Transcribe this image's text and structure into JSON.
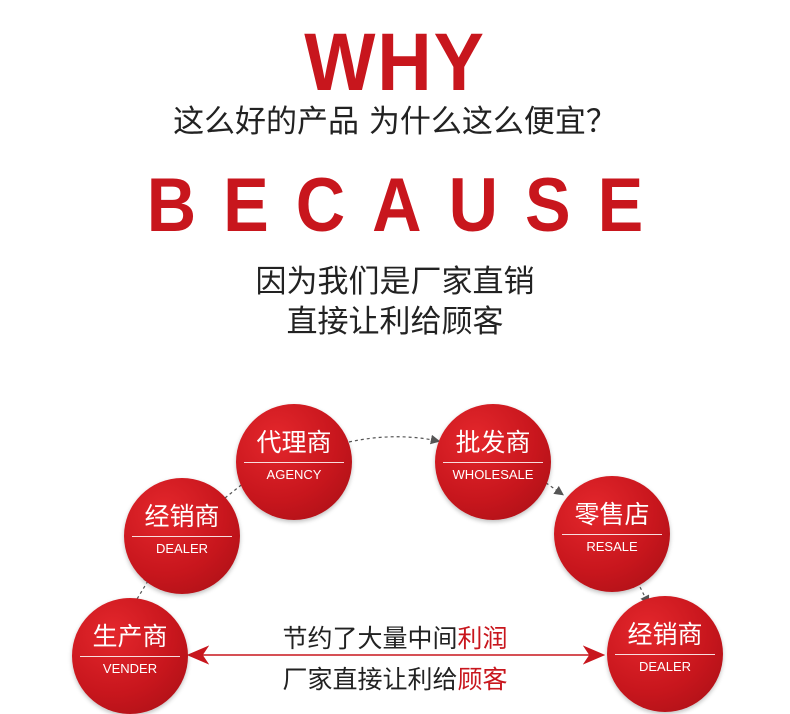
{
  "header": {
    "why": "WHY",
    "question": "这么好的产品 为什么这么便宜？",
    "because": "BECAUSE",
    "answer_line1": "因为我们是厂家直销",
    "answer_line2": "直接让利给顾客"
  },
  "nodes": {
    "vender": {
      "cn": "生产商",
      "en": "VENDER"
    },
    "dealer_left": {
      "cn": "经销商",
      "en": "DEALER"
    },
    "agency": {
      "cn": "代理商",
      "en": "AGENCY"
    },
    "wholesale": {
      "cn": "批发商",
      "en": "WHOLESALE"
    },
    "resale": {
      "cn": "零售店",
      "en": "RESALE"
    },
    "dealer_right": {
      "cn": "经销商",
      "en": "DEALER"
    }
  },
  "savings": {
    "line1_plain": "节约了大量中间",
    "line1_highlight": "利润",
    "line2_plain": "厂家直接让利给",
    "line2_highlight": "顾客"
  },
  "colors": {
    "accent": "#c8161d",
    "text": "#222222",
    "arrow": "#555555"
  }
}
